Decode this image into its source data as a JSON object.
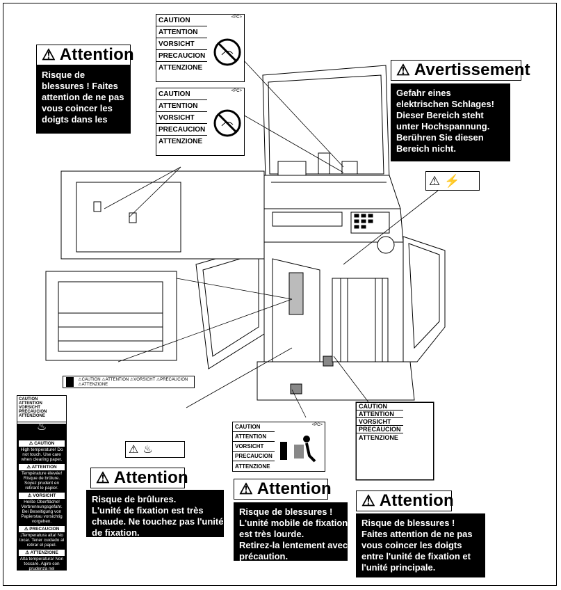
{
  "labels": {
    "rows": [
      "CAUTION",
      "ATTENTION",
      "VORSICHT",
      "PRECAUCION",
      "ATTENZIONE"
    ],
    "rows_mixed": [
      "CAUTION",
      "ATTENTION",
      "VORSICHT",
      "PRECAUCION",
      "ATTENZIONE"
    ],
    "code": "<PC>",
    "strip": "⚠CAUTION ⚠ATTENTION ⚠VORSICHT ⚠PRECAUCION ⚠ATTENZIONE"
  },
  "attention_top_left": {
    "title": "Attention",
    "lines": [
      "Risque de",
      "blessures ! Faites",
      "attention de ne pas",
      "vous coincer les",
      "doigts dans les"
    ]
  },
  "avertissement": {
    "title": "Avertissement",
    "lines": [
      "Gefahr eines",
      "elektrischen Schlages!",
      "Dieser Bereich steht",
      "unter Hochspannung.",
      "Berühren Sie diesen",
      "Bereich nicht."
    ]
  },
  "attention_burn": {
    "title": "Attention",
    "lines": [
      "Risque de brûlures.",
      "L'unité de fixation est très",
      "chaude. Ne touchez pas l'unité",
      "de fixation."
    ]
  },
  "attention_mobile": {
    "title": "Attention",
    "lines": [
      "Risque de blessures !",
      "L'unité mobile de fixation",
      "est  très  lourde.",
      "Retirez-la lentement avec",
      "précaution."
    ]
  },
  "attention_right": {
    "title": "Attention",
    "lines": [
      "Risque de blessures !",
      "Faites attention de ne pas",
      "vous coincer les doigts",
      "entre l'unité de fixation et",
      "l'unité principale."
    ]
  },
  "vertical_label": {
    "top_rows": [
      "CAUTION",
      "ATTENTION",
      "VORSICHT",
      "PRECAUCION",
      "ATTENZIONE"
    ],
    "sections": [
      {
        "head": "⚠ CAUTION",
        "body": "High temperature! Do not touch. Use care when clearing paper."
      },
      {
        "head": "⚠ ATTENTION",
        "body": "Température élevée! Risque de brûlure. Soyez prudent en retirant le papier."
      },
      {
        "head": "⚠ VORSICHT",
        "body": "Heiße Oberfläche! Verbrennungsgefahr. Bei Beseitigung von Papierstau vorsichtig vorgehen."
      },
      {
        "head": "⚠ PRECAUCION",
        "body": "¡Temperatura alta! No tocar. Tener cuidado al retirar el papel."
      },
      {
        "head": "⚠ ATTENZIONE",
        "body": "Alta temperatura! Non toccare. Agire con prudenza nel rimuovere la carta."
      }
    ]
  }
}
